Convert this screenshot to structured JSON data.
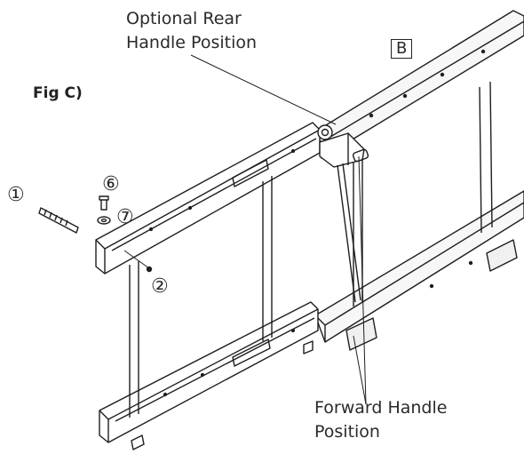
{
  "labels": {
    "rear_handle_line1": "Optional Rear",
    "rear_handle_line2": "Handle Position",
    "section": "B",
    "figure": "Fig C)",
    "callout_1": "①",
    "callout_2": "②",
    "callout_6": "⑥",
    "callout_7": "⑦",
    "forward_handle_line1": "Forward Handle",
    "forward_handle_line2": "Position"
  },
  "colors": {
    "line": "#1e1e1e",
    "background": "#ffffff",
    "panel": "#f4f4f4"
  }
}
